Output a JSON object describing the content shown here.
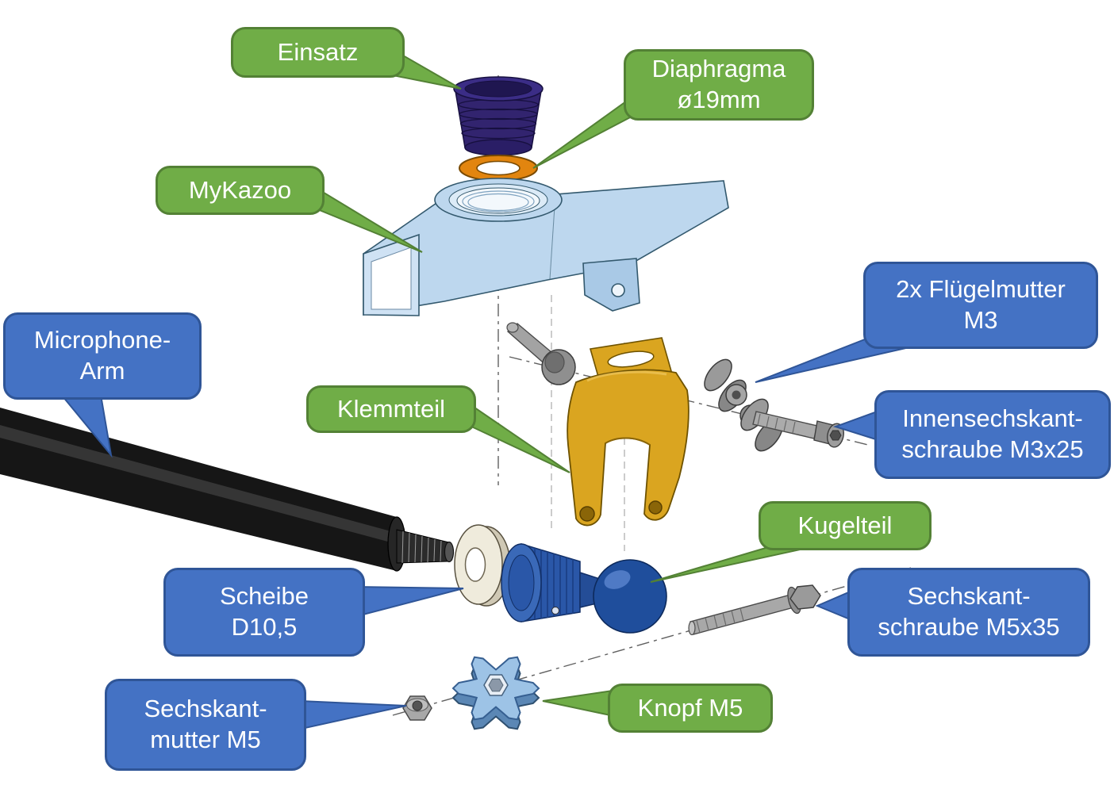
{
  "callouts": [
    {
      "id": "einsatz",
      "text": "Einsatz",
      "style": "green"
    },
    {
      "id": "diaphragma",
      "text": "Diaphragma\nø19mm",
      "style": "green"
    },
    {
      "id": "mykazoo",
      "text": "MyKazoo",
      "style": "green"
    },
    {
      "id": "microphone-arm",
      "text": "Microphone-\nArm",
      "style": "blue"
    },
    {
      "id": "fluegelmutter-m3",
      "text": "2x Flügelmutter\nM3",
      "style": "blue"
    },
    {
      "id": "klemmteil",
      "text": "Klemmteil",
      "style": "green"
    },
    {
      "id": "innensechskantschraube-m3x25",
      "text": "Innensechskant-\nschraube M3x25",
      "style": "blue"
    },
    {
      "id": "kugelteil",
      "text": "Kugelteil",
      "style": "green"
    },
    {
      "id": "scheibe-d10-5",
      "text": "Scheibe\nD10,5",
      "style": "blue"
    },
    {
      "id": "sechskantschraube-m5x35",
      "text": "Sechskant-\nschraube M5x35",
      "style": "blue"
    },
    {
      "id": "sechskantmutter-m5",
      "text": "Sechskant-\nmutter M5",
      "style": "blue"
    },
    {
      "id": "knopf-m5",
      "text": "Knopf M5",
      "style": "green"
    }
  ],
  "palette": {
    "green_fill": "#70AD47",
    "green_border": "#538135",
    "blue_fill": "#4472C4",
    "blue_border": "#2F5597",
    "label_text": "#FFFFFF",
    "background": "#FFFFFF",
    "insert_purple": "#32246F",
    "diaphragm_orange": "#E2850F",
    "kazoo_blue": "#BDD7EE",
    "clamp_gold": "#DAA520",
    "hardware_gray": "#9A9A9A",
    "arm_black": "#161616",
    "washer_cream": "#EFEBDC",
    "ball_blue": "#1F4E9C",
    "knob_lightblue": "#9DC3E6"
  },
  "parts": [
    "einsatz-insert",
    "diaphragm-ring",
    "mykazoo-body",
    "clamp-part",
    "wing-nut-m3",
    "socket-screw-m3x25",
    "microphone-arm",
    "washer-d10-5",
    "ball-part",
    "hex-screw-m5x35",
    "hex-nut-m5",
    "star-knob-m5"
  ]
}
